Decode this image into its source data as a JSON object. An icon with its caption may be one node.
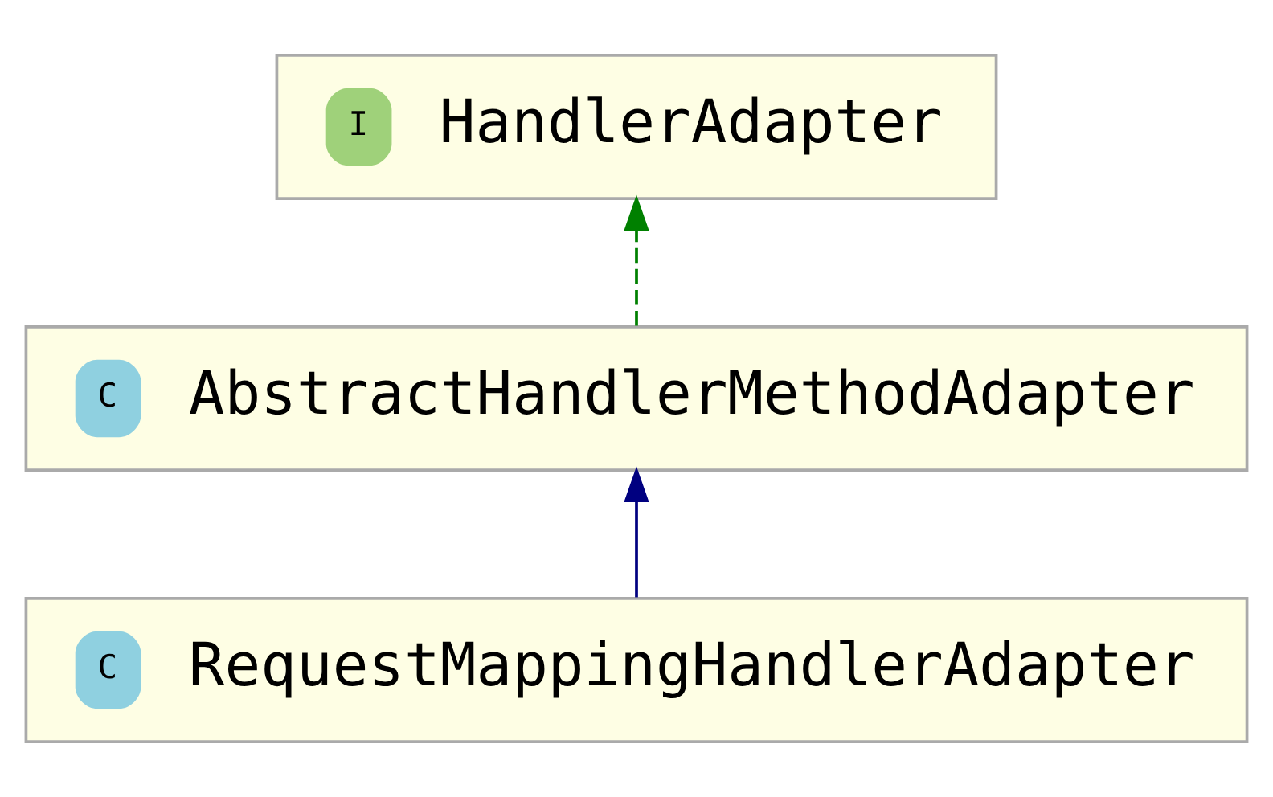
{
  "diagram": {
    "nodes": [
      {
        "text": [
          "I",
          "HandlerAdapter"
        ]
      },
      {
        "text": [
          "C",
          "AbstractHandlerMethodAdapter"
        ]
      },
      {
        "text": [
          "C",
          "RequestMappingHandlerAdapter"
        ]
      }
    ],
    "edges": [
      {
        "from": 1,
        "to": 0,
        "arrow": "to",
        "style": "dashed",
        "color": "#008000"
      },
      {
        "from": 2,
        "to": 1,
        "arrow": "to",
        "color": "#000080"
      }
    ]
  }
}
